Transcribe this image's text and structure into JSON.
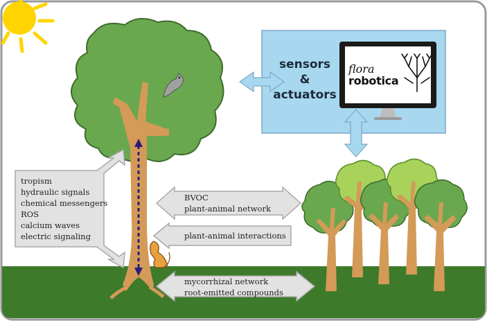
{
  "monitor": {
    "caption": [
      "sensors",
      "&",
      "actuators"
    ],
    "logo_line1": "flora",
    "logo_line2": "robotica"
  },
  "labels": {
    "internal_signals": [
      "tropism",
      "hydraulic signals",
      "chemical messengers",
      "ROS",
      "calcium waves",
      "electric signaling"
    ],
    "airborne": [
      "BVOC",
      "plant-animal network"
    ],
    "interactions": "plant-animal interactions",
    "underground": [
      "mycorrhizal network",
      "root-emitted compounds"
    ]
  },
  "colors": {
    "leaf_dark": "#6aa84f",
    "leaf_light": "#a8d25a",
    "trunk": "#d49a57",
    "ground": "#3d7a2a",
    "panel": "#a8d8f0",
    "arrow_fill": "#e2e2e2",
    "arrow_blue": "#a8d8f0",
    "signal_arrow": "#2b1d7a",
    "sun": "#ffd400"
  }
}
